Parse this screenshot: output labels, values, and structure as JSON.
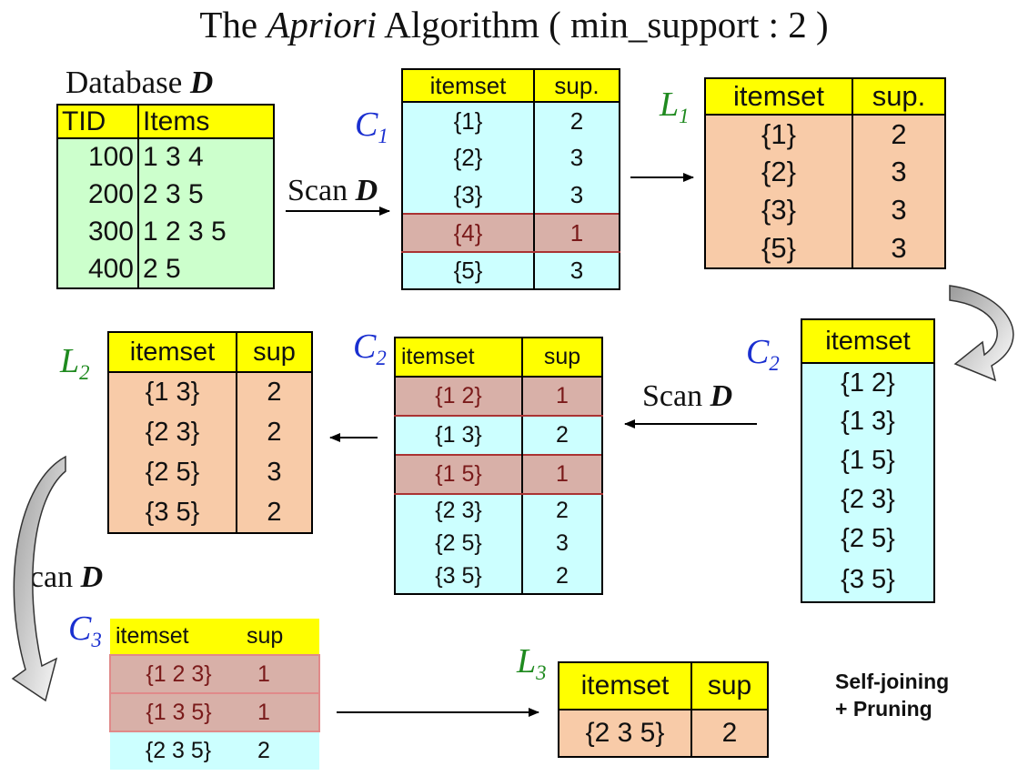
{
  "title": {
    "pre": "The ",
    "italic": "Apriori",
    "post": " Algorithm ( min_support : 2 )"
  },
  "database": {
    "label": "Database",
    "symbol": "D",
    "headers": [
      "TID",
      "Items"
    ],
    "rows": [
      [
        "100",
        "1 3 4"
      ],
      [
        "200",
        "2 3 5"
      ],
      [
        "300",
        "1 2 3 5"
      ],
      [
        "400",
        "2 5"
      ]
    ]
  },
  "scan_label": {
    "text": "Scan",
    "symbol": "D"
  },
  "c1": {
    "label": "C",
    "sub": "1",
    "headers": [
      "itemset",
      "sup."
    ],
    "rows": [
      [
        "{1}",
        "2"
      ],
      [
        "{2}",
        "3"
      ],
      [
        "{3}",
        "3"
      ],
      [
        "{4}",
        "1"
      ],
      [
        "{5}",
        "3"
      ]
    ],
    "pruned": [
      3
    ]
  },
  "l1": {
    "label": "L",
    "sub": "1",
    "headers": [
      "itemset",
      "sup."
    ],
    "rows": [
      [
        "{1}",
        "2"
      ],
      [
        "{2}",
        "3"
      ],
      [
        "{3}",
        "3"
      ],
      [
        "{5}",
        "3"
      ]
    ]
  },
  "c2_candidates": {
    "label": "C",
    "sub": "2",
    "headers": [
      "itemset"
    ],
    "rows": [
      [
        "{1 2}"
      ],
      [
        "{1 3}"
      ],
      [
        "{1 5}"
      ],
      [
        "{2 3}"
      ],
      [
        "{2 5}"
      ],
      [
        "{3 5}"
      ]
    ]
  },
  "c2_counted": {
    "label": "C",
    "sub": "2",
    "headers": [
      "itemset",
      "sup"
    ],
    "rows": [
      [
        "{1 2}",
        "1"
      ],
      [
        "{1 3}",
        "2"
      ],
      [
        "{1 5}",
        "1"
      ],
      [
        "{2 3}",
        "2"
      ],
      [
        "{2 5}",
        "3"
      ],
      [
        "{3 5}",
        "2"
      ]
    ],
    "pruned": [
      0,
      2
    ]
  },
  "l2": {
    "label": "L",
    "sub": "2",
    "headers": [
      "itemset",
      "sup"
    ],
    "rows": [
      [
        "{1 3}",
        "2"
      ],
      [
        "{2 3}",
        "2"
      ],
      [
        "{2 5}",
        "3"
      ],
      [
        "{3 5}",
        "2"
      ]
    ]
  },
  "c3": {
    "label": "C",
    "sub": "3",
    "headers": [
      "itemset",
      "sup"
    ],
    "rows": [
      [
        "{1 2 3}",
        "1"
      ],
      [
        "{1 3 5}",
        "1"
      ],
      [
        "{2 3 5}",
        "2"
      ]
    ],
    "pruned": [
      0,
      1
    ]
  },
  "l3": {
    "label": "L",
    "sub": "3",
    "headers": [
      "itemset",
      "sup"
    ],
    "rows": [
      [
        "{2 3 5}",
        "2"
      ]
    ]
  },
  "note": {
    "line1": "Self-joining",
    "line2": "+ Pruning"
  },
  "colors": {
    "header": "#ffff00",
    "candidate": "#ccffff",
    "frequent": "#f8cba8",
    "database": "#ccffcc",
    "pruned": "#d8b0a8",
    "candidate_label": "#1a2fd0",
    "frequent_label": "#1f8a1f"
  }
}
